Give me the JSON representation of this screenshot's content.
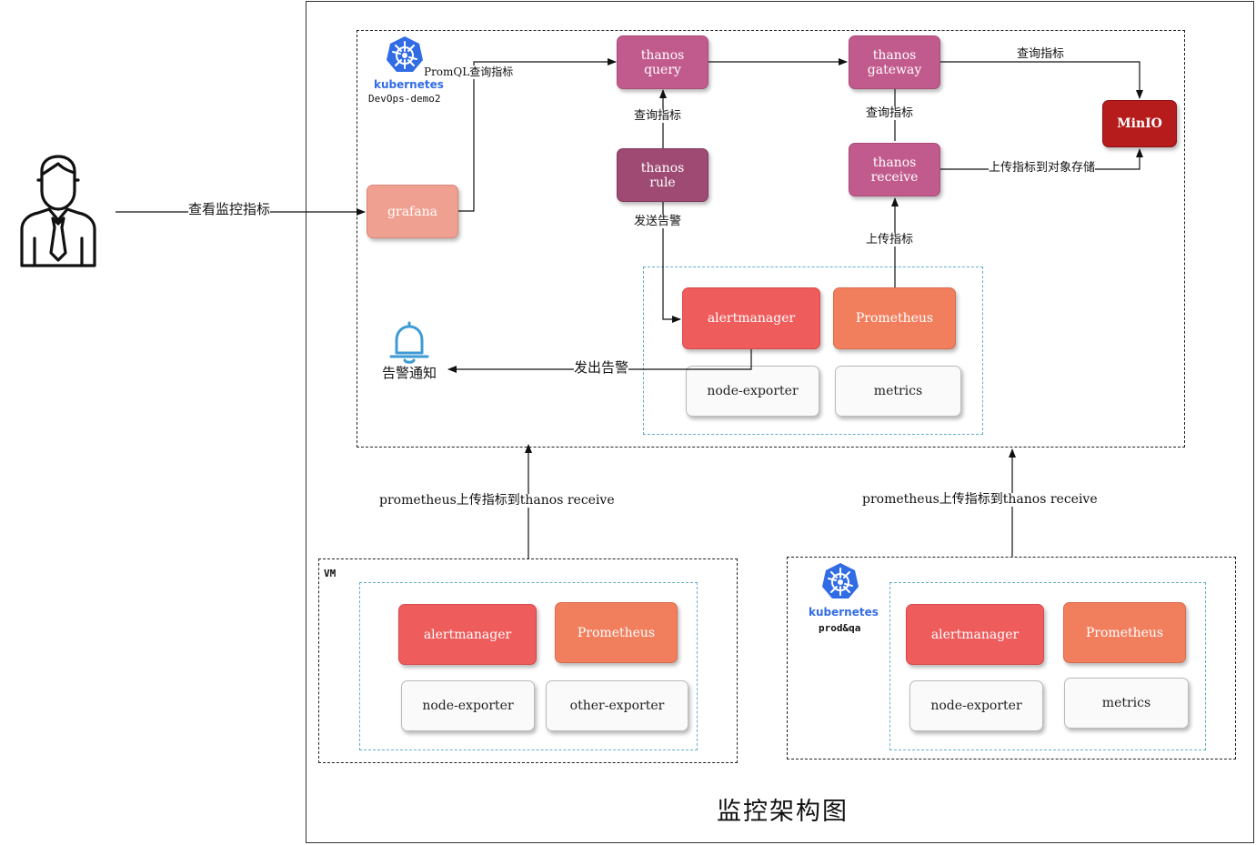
{
  "user_arrow_label": "查看监控指标",
  "main_cluster": {
    "logo_text": "kubernetes",
    "name": "DevOps-demo2",
    "nodes": {
      "grafana": "grafana",
      "thanos_query": "thanos\nquery",
      "thanos_gateway": "thanos\ngateway",
      "minio": "MinIO",
      "thanos_rule": "thanos\nrule",
      "thanos_receive": "thanos\nreceive",
      "alertmanager": "alertmanager",
      "prometheus": "Prometheus",
      "node_exporter": "node-exporter",
      "metrics": "metrics"
    },
    "labels": {
      "promql": "PromQL查询指标",
      "query_metric_1": "查询指标",
      "query_metric_2": "查询指标",
      "query_metric_3": "查询指标",
      "upload_to_storage": "上传指标到对象存储",
      "send_alert": "发送告警",
      "upload_metric": "上传指标",
      "emit_alert": "发出告警"
    },
    "alert_notify": "告警通知"
  },
  "upload_labels": {
    "left": "prometheus上传指标到thanos receive",
    "right": "prometheus上传指标到thanos receive"
  },
  "vm_cluster": {
    "name": "VM",
    "nodes": {
      "alertmanager": "alertmanager",
      "prometheus": "Prometheus",
      "node_exporter": "node-exporter",
      "other_exporter": "other-exporter"
    }
  },
  "prod_cluster": {
    "logo_text": "kubernetes",
    "name": "prod&qa",
    "nodes": {
      "alertmanager": "alertmanager",
      "prometheus": "Prometheus",
      "node_exporter": "node-exporter",
      "metrics": "metrics"
    }
  },
  "diagram_title": "监控架构图",
  "colors": {
    "thanos": "#c25b8d",
    "thanos_rule": "#9e4a73",
    "minio": "#b71c1c",
    "grafana": "#f0a090",
    "alertmanager": "#ee5c5c",
    "prometheus": "#f17f5e",
    "kubernetes": "#326ce5",
    "bell": "#3d9ad6"
  }
}
